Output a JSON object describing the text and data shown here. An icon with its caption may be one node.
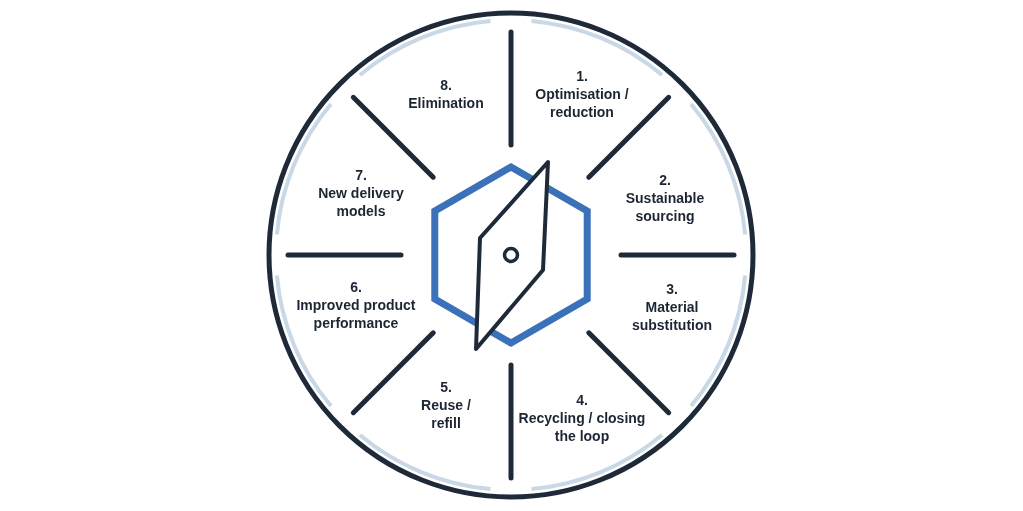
{
  "diagram": {
    "nodes": [
      {
        "text": [
          "1.",
          "Optimisation / reduction"
        ]
      },
      {
        "text": [
          "2.",
          "Sustainable sourcing"
        ]
      },
      {
        "text": [
          "3.",
          "Material substitution"
        ]
      },
      {
        "text": [
          "4.",
          "Recycling / closing the loop"
        ]
      },
      {
        "text": [
          "5.",
          "Reuse / refill"
        ]
      },
      {
        "text": [
          "6.",
          "Improved product performance"
        ]
      },
      {
        "text": [
          "7.",
          "New delivery models"
        ]
      },
      {
        "text": [
          "8.",
          "Elimination"
        ]
      }
    ]
  }
}
